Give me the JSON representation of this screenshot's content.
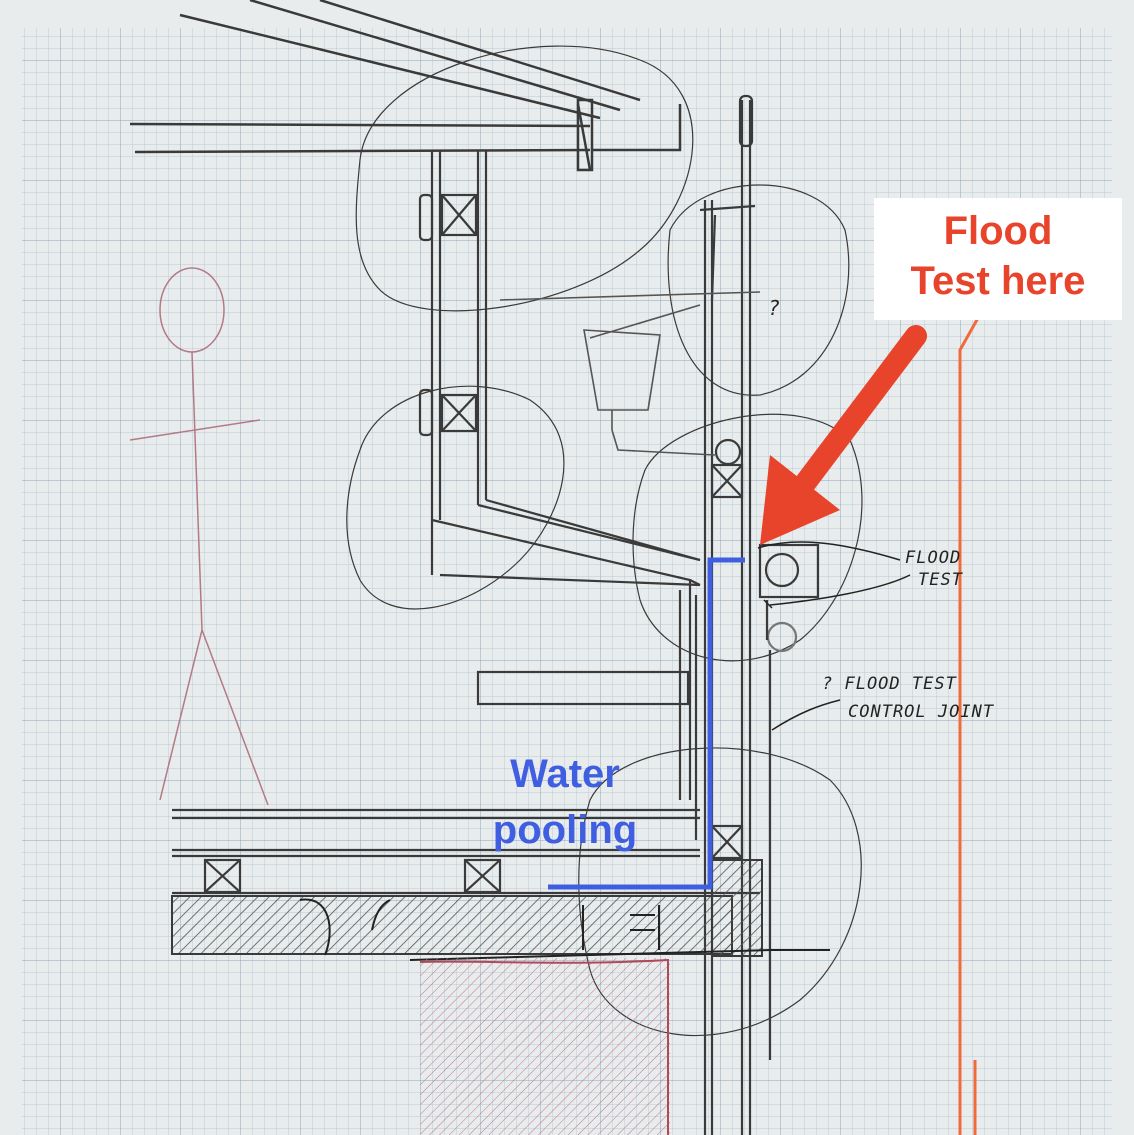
{
  "annotations": {
    "flood_callout": {
      "line1": "Flood",
      "line2": "Test here",
      "color": "#e8432b"
    },
    "pooling": {
      "line1": "Water",
      "line2": "pooling",
      "color": "#3f5fe0"
    }
  },
  "handwritten_notes": {
    "flood_test_top": {
      "line1": "FLOOD",
      "line2": "TEST"
    },
    "flood_test_joint": {
      "line1": "? FLOOD TEST",
      "line2": "CONTROL JOINT"
    },
    "question_mark": "?"
  },
  "colors": {
    "paper": "#e9ecec",
    "grid": "#9fb7c9",
    "pencil": "#3a3a3a",
    "red_pencil": "#b04a5a",
    "orange_marker": "#f06a3c"
  }
}
